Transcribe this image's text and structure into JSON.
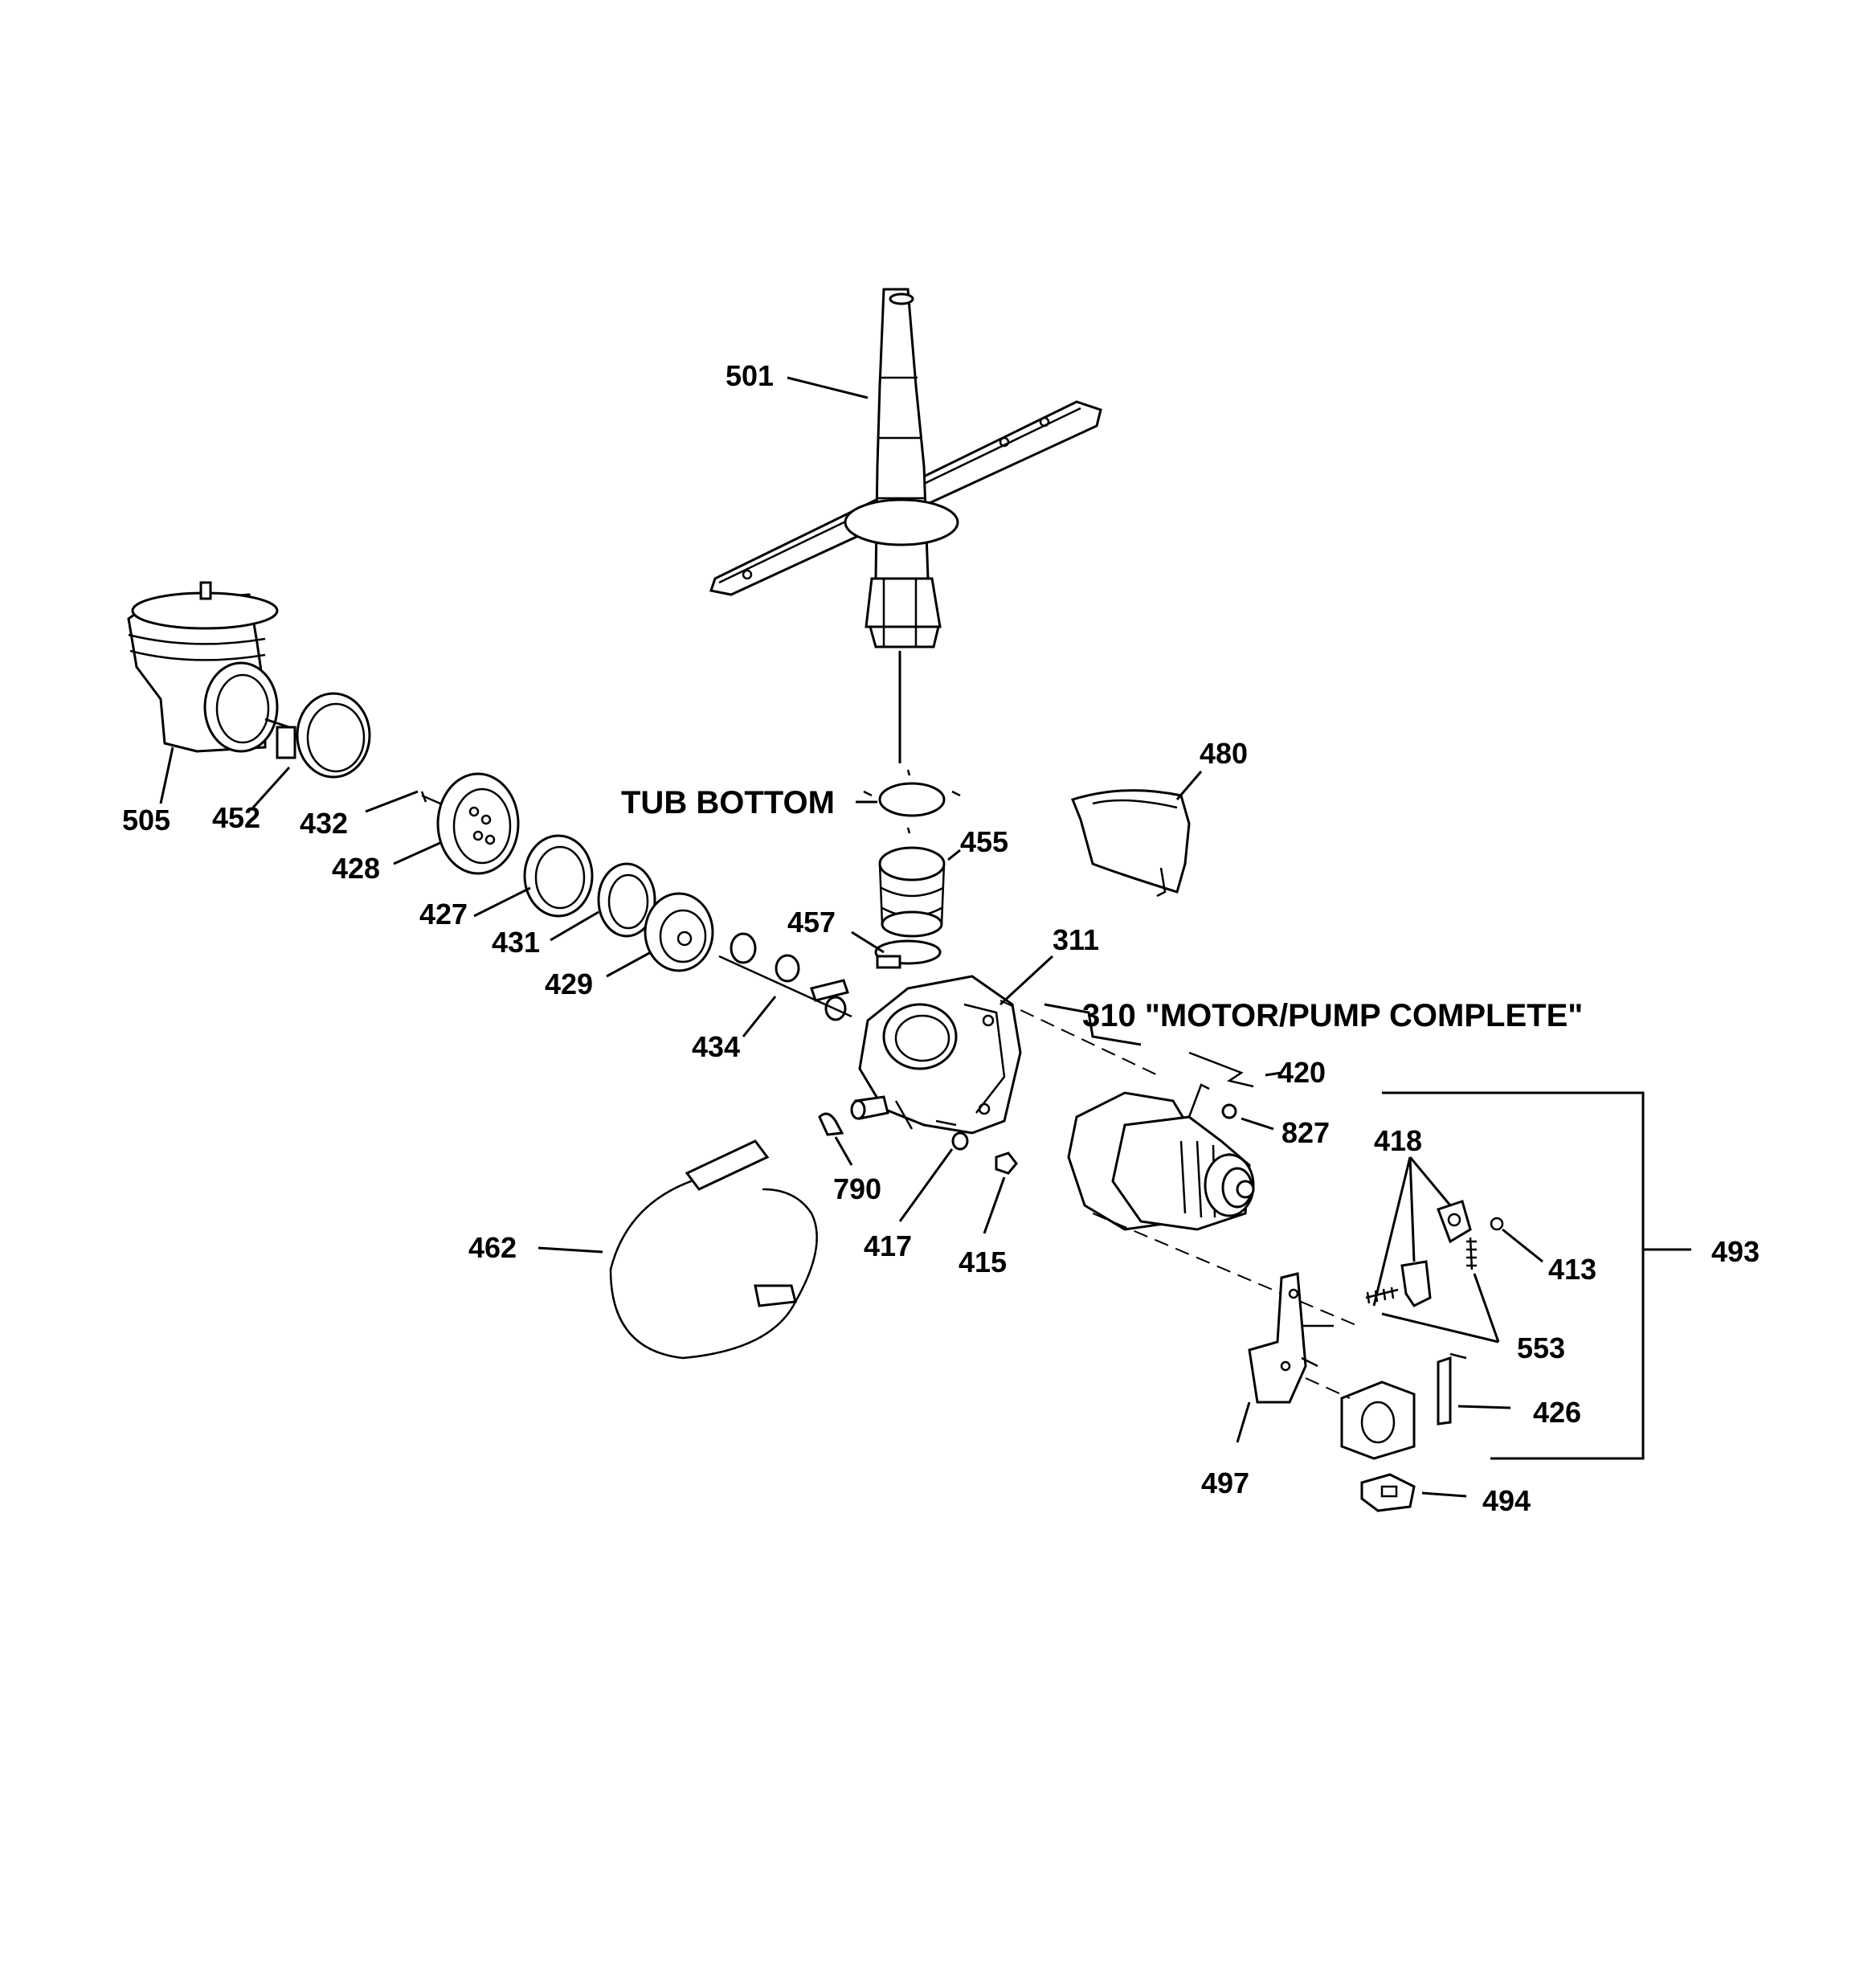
{
  "diagram": {
    "captions": {
      "tub_bottom": "TUB BOTTOM",
      "motor_pump_complete": "310 \"MOTOR/PUMP COMPLETE\""
    },
    "parts": {
      "p501": "501",
      "p505": "505",
      "p452": "452",
      "p432": "432",
      "p428": "428",
      "p427": "427",
      "p431": "431",
      "p429": "429",
      "p434": "434",
      "p480": "480",
      "p455": "455",
      "p457": "457",
      "p311": "311",
      "p420": "420",
      "p827": "827",
      "p418": "418",
      "p413": "413",
      "p493": "493",
      "p553": "553",
      "p426": "426",
      "p494": "494",
      "p497": "497",
      "p790": "790",
      "p417": "417",
      "p415": "415",
      "p462": "462"
    }
  }
}
